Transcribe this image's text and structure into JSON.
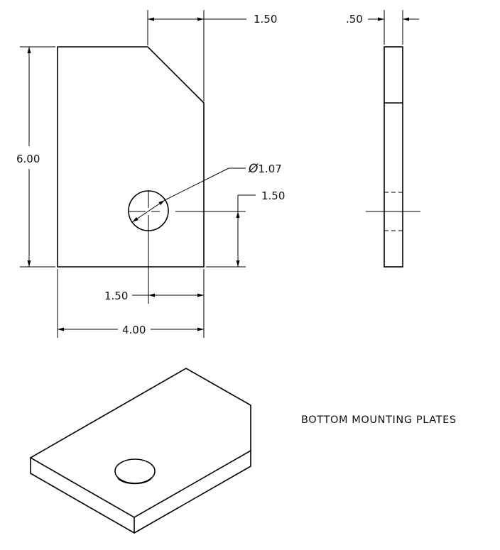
{
  "drawing": {
    "title": "BOTTOM MOUNTING PLATES",
    "units_note": "",
    "views": {
      "front": {
        "dimensions": {
          "top_chamfer_width": "1.50",
          "overall_height": "6.00",
          "hole_diameter_symbol": "Ø",
          "hole_diameter": "1.07",
          "hole_height": "1.50",
          "hole_offset": "1.50",
          "overall_width": "4.00"
        }
      },
      "side": {
        "dimensions": {
          "thickness": ".50"
        }
      },
      "isometric": {}
    }
  }
}
